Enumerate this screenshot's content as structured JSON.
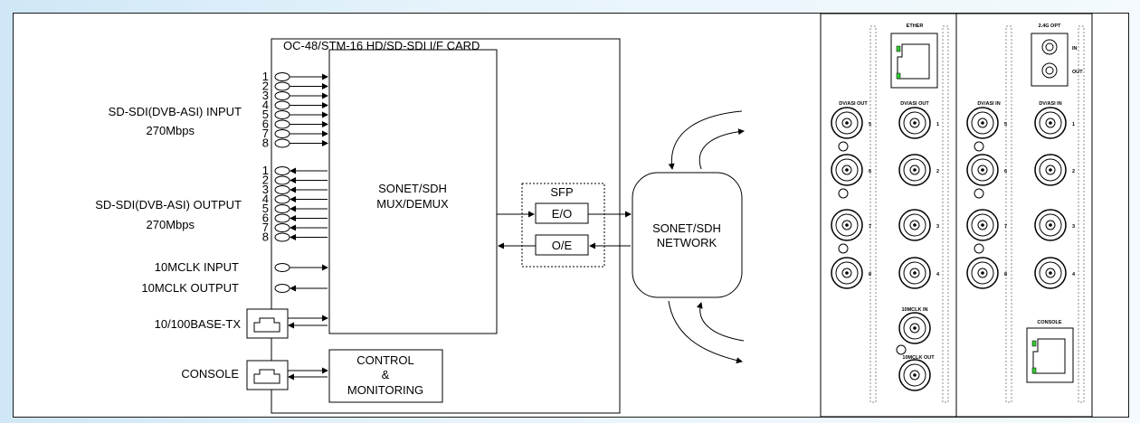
{
  "card_title": "OC-48/STM-16 HD/SD-SDI I/F CARD",
  "input_label": "SD-SDI(DVB-ASI) INPUT",
  "input_rate": "270Mbps",
  "output_label": "SD-SDI(DVB-ASI) OUTPUT",
  "output_rate": "270Mbps",
  "ports": [
    "1",
    "2",
    "3",
    "4",
    "5",
    "6",
    "7",
    "8"
  ],
  "clk_in_label": "10MCLK INPUT",
  "clk_out_label": "10MCLK OUTPUT",
  "ethernet_label": "10/100BASE-TX",
  "console_label": "CONSOLE",
  "mux_line1": "SONET/SDH",
  "mux_line2": "MUX/DEMUX",
  "control_line1": "CONTROL",
  "control_line2": "&",
  "control_line3": "MONITORING",
  "sfp_label": "SFP",
  "eo_label": "E/O",
  "oe_label": "O/E",
  "network_line1": "SONET/SDH",
  "network_line2": "NETWORK",
  "panel": {
    "ether": "ETHER",
    "opt": "2.4G OPT",
    "opt_in": "IN",
    "opt_out": "OUT",
    "dvb_out": "DV/ASI OUT",
    "dvb_in": "DV/ASI IN",
    "clk_in": "10MCLK IN",
    "clk_out": "10MCLK OUT",
    "console": "CONSOLE",
    "nums": [
      "5",
      "1",
      "6",
      "2",
      "7",
      "3",
      "8",
      "4"
    ]
  }
}
